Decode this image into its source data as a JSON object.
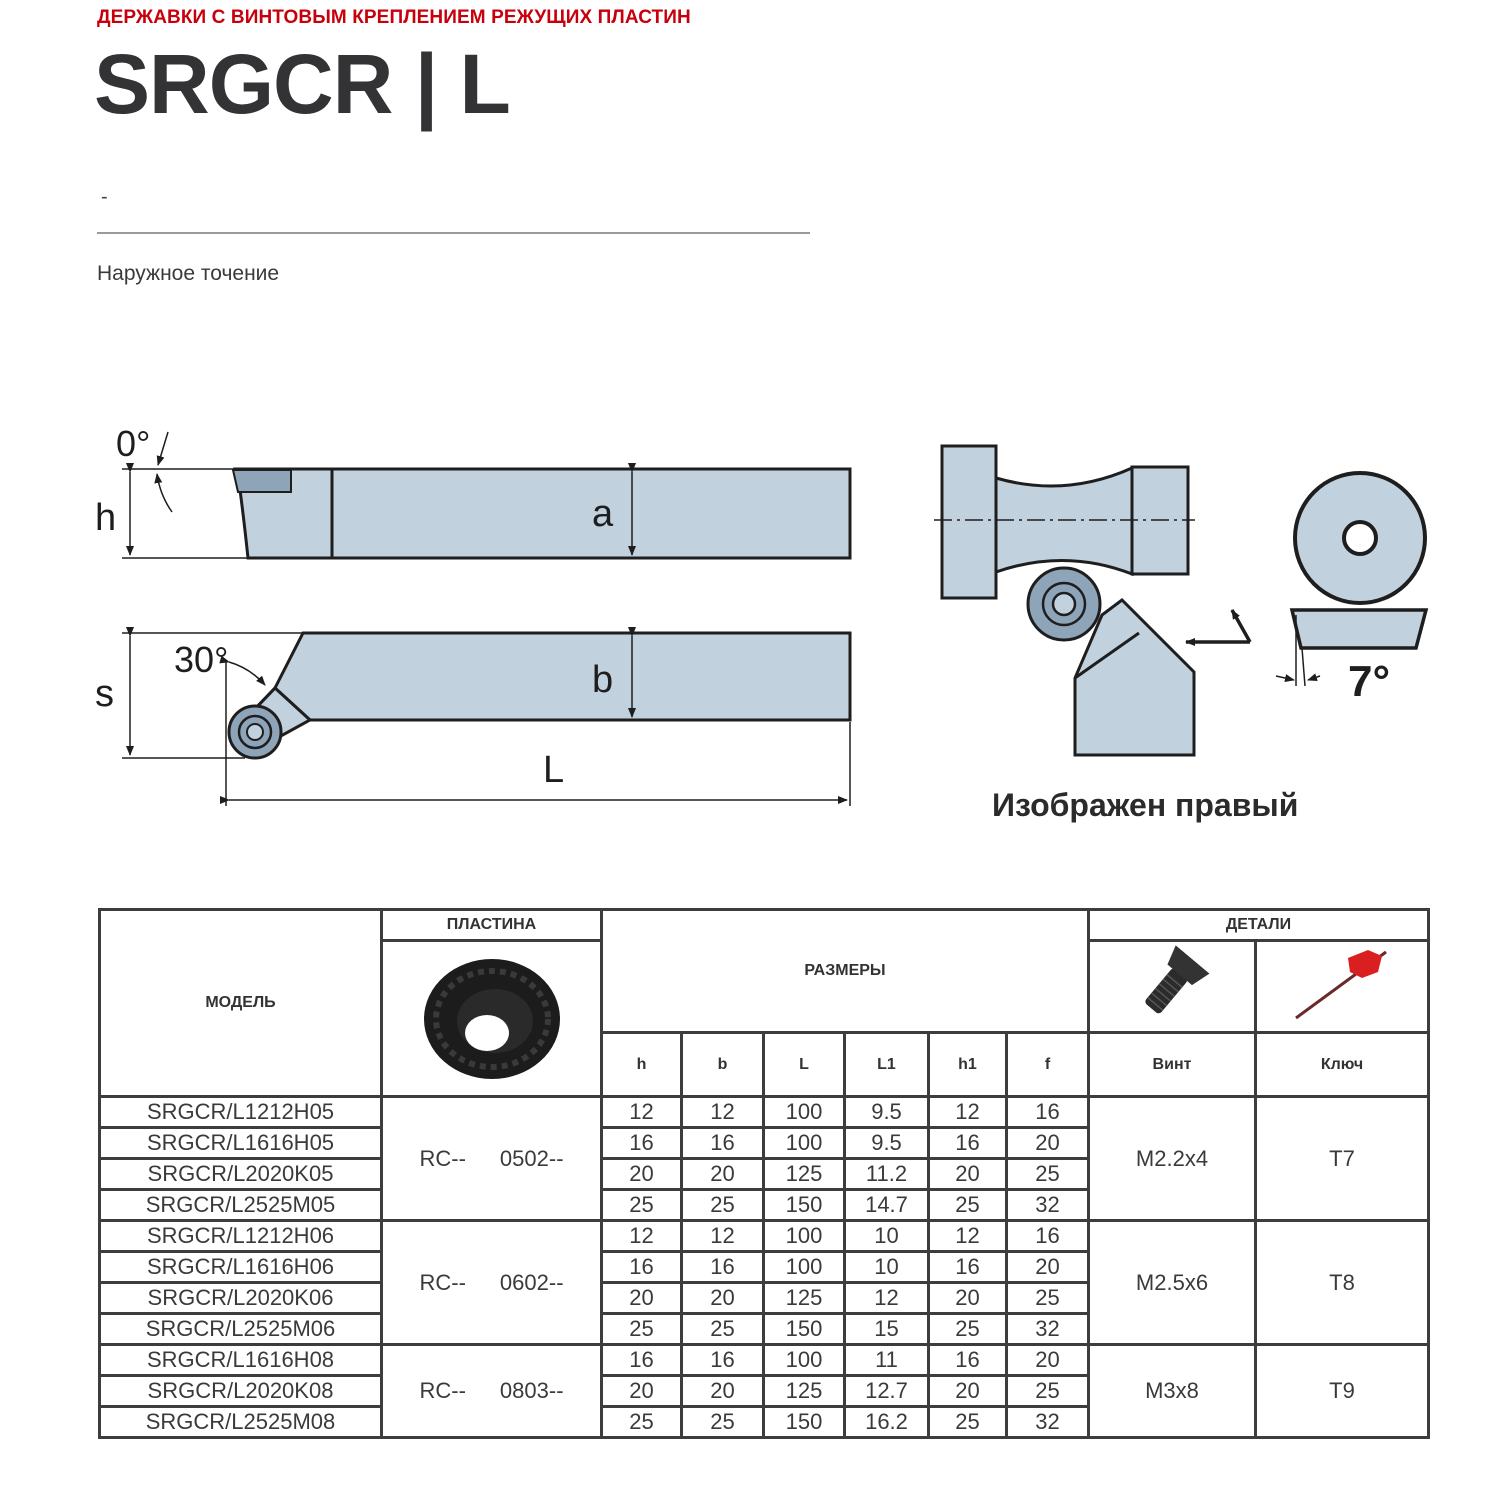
{
  "header": {
    "category": "ДЕРЖАВКИ С ВИНТОВЫМ КРЕПЛЕНИЕМ РЕЖУЩИХ ПЛАСТИН",
    "title": "SRGCR | L",
    "dash": "-",
    "subtitle": "Наружное точение"
  },
  "drawing": {
    "angle_top": "0°",
    "label_h": "h",
    "label_a": "a",
    "angle_side": "30°",
    "label_s": "s",
    "label_b": "b",
    "label_L": "L",
    "angle_insert": "7°",
    "caption": "Изображен правый",
    "colors": {
      "body": "#c1d1de",
      "insert": "#8ea4b8",
      "line": "#1e1e1e"
    }
  },
  "table": {
    "headers": {
      "model": "МОДЕЛЬ",
      "insert": "ПЛАСТИНА",
      "dimensions": "РАЗМЕРЫ",
      "details": "ДЕТАЛИ",
      "dim_cols": [
        "h",
        "b",
        "L",
        "L1",
        "h1",
        "f"
      ],
      "screw": "Винт",
      "key": "Ключ"
    },
    "groups": [
      {
        "insert_prefix": "RC--",
        "insert_code": "0502--",
        "screw": "M2.2x4",
        "key": "T7",
        "rows": [
          {
            "model": "SRGCR/L1212H05",
            "h": "12",
            "b": "12",
            "L": "100",
            "L1": "9.5",
            "h1": "12",
            "f": "16"
          },
          {
            "model": "SRGCR/L1616H05",
            "h": "16",
            "b": "16",
            "L": "100",
            "L1": "9.5",
            "h1": "16",
            "f": "20"
          },
          {
            "model": "SRGCR/L2020K05",
            "h": "20",
            "b": "20",
            "L": "125",
            "L1": "11.2",
            "h1": "20",
            "f": "25"
          },
          {
            "model": "SRGCR/L2525M05",
            "h": "25",
            "b": "25",
            "L": "150",
            "L1": "14.7",
            "h1": "25",
            "f": "32"
          }
        ]
      },
      {
        "insert_prefix": "RC--",
        "insert_code": "0602--",
        "screw": "M2.5x6",
        "key": "T8",
        "rows": [
          {
            "model": "SRGCR/L1212H06",
            "h": "12",
            "b": "12",
            "L": "100",
            "L1": "10",
            "h1": "12",
            "f": "16"
          },
          {
            "model": "SRGCR/L1616H06",
            "h": "16",
            "b": "16",
            "L": "100",
            "L1": "10",
            "h1": "16",
            "f": "20"
          },
          {
            "model": "SRGCR/L2020K06",
            "h": "20",
            "b": "20",
            "L": "125",
            "L1": "12",
            "h1": "20",
            "f": "25"
          },
          {
            "model": "SRGCR/L2525M06",
            "h": "25",
            "b": "25",
            "L": "150",
            "L1": "15",
            "h1": "25",
            "f": "32"
          }
        ]
      },
      {
        "insert_prefix": "RC--",
        "insert_code": "0803--",
        "screw": "M3x8",
        "key": "T9",
        "rows": [
          {
            "model": "SRGCR/L1616H08",
            "h": "16",
            "b": "16",
            "L": "100",
            "L1": "11",
            "h1": "16",
            "f": "20"
          },
          {
            "model": "SRGCR/L2020K08",
            "h": "20",
            "b": "20",
            "L": "125",
            "L1": "12.7",
            "h1": "20",
            "f": "25"
          },
          {
            "model": "SRGCR/L2525M08",
            "h": "25",
            "b": "25",
            "L": "150",
            "L1": "16.2",
            "h1": "25",
            "f": "32"
          }
        ]
      }
    ]
  }
}
